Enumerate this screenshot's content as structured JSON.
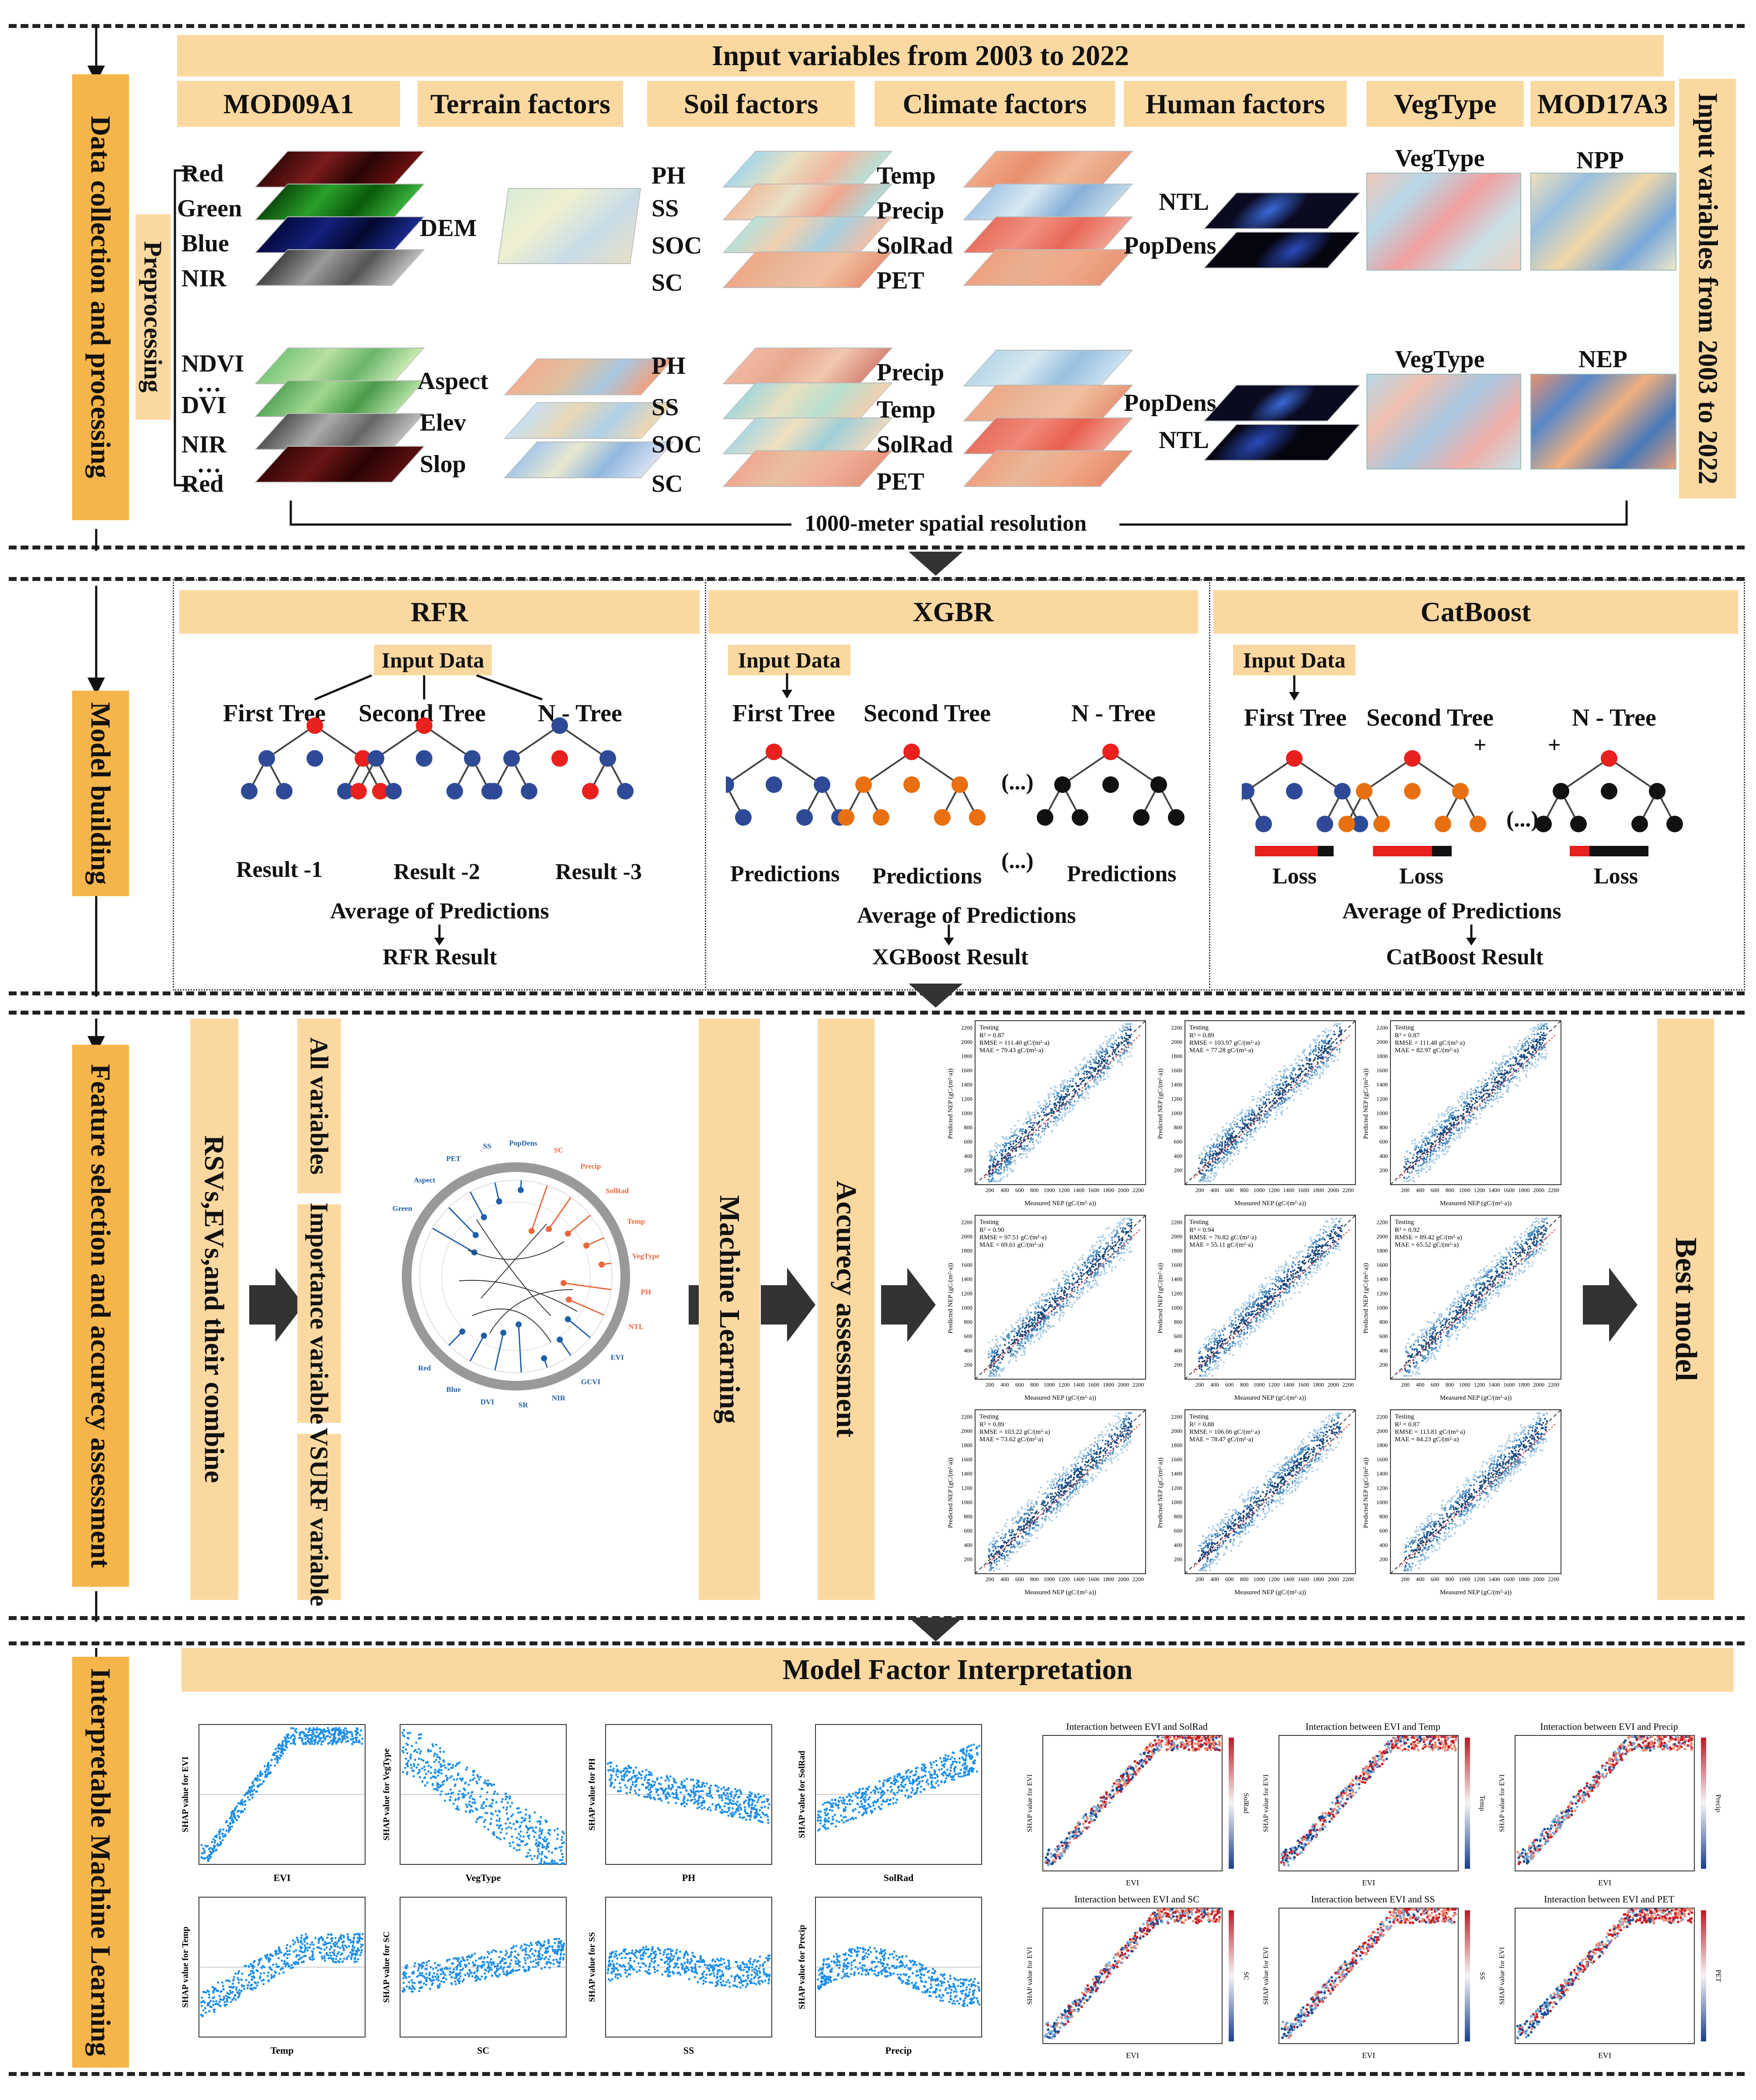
{
  "sections": {
    "s1": "Data  collection and processing",
    "s2": "Model building",
    "s3": "Feature selection and accurecy assessment",
    "s4": "Interpretable Machine Learning"
  },
  "data": {
    "header": "Input variables from 2003 to 2022",
    "right_header": "Input variables from 2003 to 2022",
    "categories": [
      "MOD09A1",
      "Terrain factors",
      "Soil factors",
      "Climate factors",
      "Human factors",
      "VegType",
      "MOD17A3"
    ],
    "preprocessing": "Preprocessing",
    "mod_top": [
      "Red",
      "Green",
      "Blue",
      "NIR"
    ],
    "mod_bottom": [
      "NDVI",
      "DVI",
      "NIR",
      "Red"
    ],
    "ellipsis": "…",
    "dem": "DEM",
    "terrain_bottom": [
      "Aspect",
      "Elev",
      "Slop"
    ],
    "soil_top": [
      "PH",
      "SS",
      "SOC",
      "SC"
    ],
    "soil_bottom": [
      "PH",
      "SS",
      "SOC",
      "SC"
    ],
    "climate_top": [
      "Temp",
      "Precip",
      "SolRad",
      "PET"
    ],
    "climate_bottom": [
      "Precip",
      "Temp",
      "SolRad",
      "PET"
    ],
    "human_top": [
      "NTL",
      "PopDens"
    ],
    "human_bottom": [
      "PopDens",
      "NTL"
    ],
    "vegtype_top": "VegType",
    "vegtype_bottom": "VegType",
    "npp": "NPP",
    "nep": "NEP",
    "resolution": "1000-meter spatial resolution"
  },
  "models": {
    "rfr": {
      "title": "RFR",
      "input": "Input Data",
      "trees": [
        "First Tree",
        "Second Tree",
        "N - Tree"
      ],
      "results": [
        "Result -1",
        "Result -2",
        "Result -3"
      ],
      "avg": "Average of Predictions",
      "final": "RFR Result"
    },
    "xgbr": {
      "title": "XGBR",
      "input": "Input Data",
      "trees": [
        "First Tree",
        "Second Tree",
        "N - Tree"
      ],
      "preds": [
        "Predictions",
        "Predictions",
        "Predictions"
      ],
      "dots": "(...)",
      "avg": "Average of Predictions",
      "final": "XGBoost Result"
    },
    "cat": {
      "title": "CatBoost",
      "input": "Input Data",
      "trees": [
        "First Tree",
        "Second Tree",
        "N - Tree"
      ],
      "loss": [
        "Loss",
        "Loss",
        "Loss"
      ],
      "plus": "+",
      "dots": "(...)",
      "avg": "Average of Predictions",
      "final": "CatBoost Result"
    }
  },
  "feature": {
    "rsvs": "RSVs,EVs,and their combine",
    "opts": [
      "All variables",
      "Importance variable",
      "VSURF variable"
    ],
    "ml": "Machine Learning",
    "acc": "Accurecy assessment",
    "best": "Best model",
    "circle_labels": [
      "Green",
      "Aspect",
      "PET",
      "SS",
      "PopDens",
      "SC",
      "Precip",
      "SolRad",
      "Temp",
      "VegType",
      "PH",
      "NTL",
      "EVI",
      "GCVI",
      "NIR",
      "SR",
      "DVI",
      "Blue",
      "Red"
    ],
    "scatter_common": {
      "title": "Testing",
      "xlabel": "Measured NEP (gC/(m²·a))",
      "ylabel": "Predicted NEP (gC/(m²·a))",
      "ticks": [
        "200",
        "400",
        "600",
        "800",
        "1000",
        "1200",
        "1400",
        "1600",
        "1800",
        "2000",
        "2200"
      ]
    },
    "scatter_stats": [
      [
        "R² = 0.87",
        "RMSE = 111.40 gC/(m²·a)",
        "MAE = 79.43 gC/(m²·a)"
      ],
      [
        "R² = 0.89",
        "RMSE = 103.97 gC/(m²·a)",
        "MAE = 77.28 gC/(m²·a)"
      ],
      [
        "R² = 0.87",
        "RMSE = 111.48 gC/(m²·a)",
        "MAE = 82.97 gC/(m²·a)"
      ],
      [
        "R² = 0.90",
        "RMSE = 97.51 gC/(m²·a)",
        "MAE = 69.61 gC/(m²·a)"
      ],
      [
        "R² = 0.94",
        "RMSE = 76.82 gC/(m²·a)",
        "MAE = 55.11 gC/(m²·a)"
      ],
      [
        "R² = 0.92",
        "RMSE = 89.42 gC/(m²·a)",
        "MAE = 65.52 gC/(m²·a)"
      ],
      [
        "R² = 0.89",
        "RMSE = 103.22 gC/(m²·a)",
        "MAE = 73.62 gC/(m²·a)"
      ],
      [
        "R² = 0.88",
        "RMSE = 106.06 gC/(m²·a)",
        "MAE = 78.47 gC/(m²·a)"
      ],
      [
        "R² = 0.87",
        "RMSE = 113.81 gC/(m²·a)",
        "MAE = 84.23 gC/(m²·a)"
      ]
    ]
  },
  "interp": {
    "title": "Model Factor Interpretation",
    "shap": [
      {
        "x": "EVI",
        "y": "SHAP value for EVI"
      },
      {
        "x": "VegType",
        "y": "SHAP value for VegType"
      },
      {
        "x": "PH",
        "y": "SHAP value for PH"
      },
      {
        "x": "SolRad",
        "y": "SHAP value for SolRad"
      },
      {
        "x": "Temp",
        "y": "SHAP value for Temp"
      },
      {
        "x": "SC",
        "y": "SHAP value for SC"
      },
      {
        "x": "SS",
        "y": "SHAP value for SS"
      },
      {
        "x": "Precip",
        "y": "SHAP value for Precip"
      }
    ],
    "interactions": [
      {
        "title": "Interaction between EVI and SolRad",
        "c": "SolRad"
      },
      {
        "title": "Interaction between EVI and Temp",
        "c": "Temp"
      },
      {
        "title": "Interaction between EVI and Precip",
        "c": "Precip"
      },
      {
        "title": "Interaction between EVI and SC",
        "c": "SC"
      },
      {
        "title": "Interaction between EVI and SS",
        "c": "SS"
      },
      {
        "title": "Interaction between EVI and PET",
        "c": "PET"
      }
    ],
    "int_xlabel": "EVI",
    "int_ylabel": "SHAP value for EVI"
  }
}
